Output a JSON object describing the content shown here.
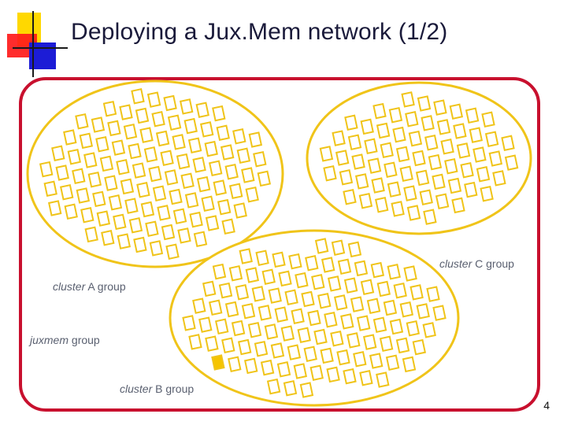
{
  "title": "Deploying a Jux.Mem network (1/2)",
  "labels": {
    "cluster_c": {
      "name": "cluster",
      "suffix": " C group"
    },
    "cluster_a": {
      "name": "cluster",
      "suffix": " A group"
    },
    "juxmem": {
      "name": "juxmem",
      "suffix": " group"
    },
    "cluster_b": {
      "name": "cluster",
      "suffix": " B group"
    }
  },
  "page_number": "4",
  "colors": {
    "outer_border": "#c8102e",
    "cluster_stroke": "#f0c419",
    "node_fill": "#ffffff",
    "manager_fill": "#f5c400",
    "title_text": "#1a1a3a",
    "label_text": "#5a6070"
  }
}
